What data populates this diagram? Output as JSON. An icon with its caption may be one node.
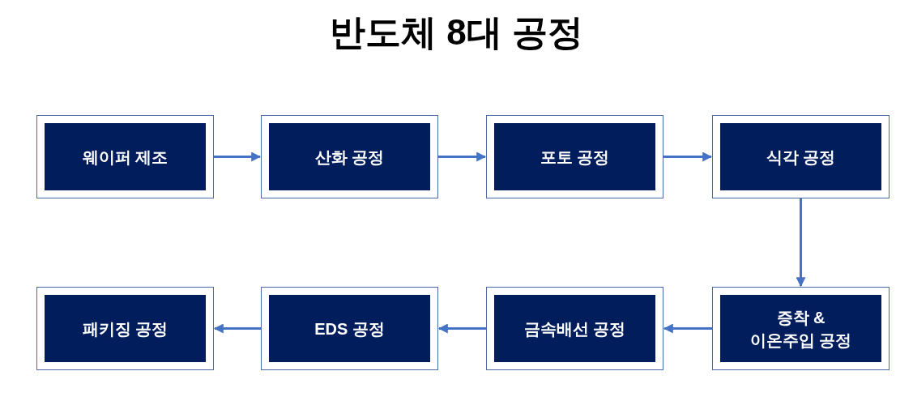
{
  "diagram": {
    "title": "반도체 8대 공정",
    "nodes": [
      {
        "text": [
          "웨이퍼 제조"
        ]
      },
      {
        "text": [
          "산화 공정"
        ]
      },
      {
        "text": [
          "포토 공정"
        ]
      },
      {
        "text": [
          "식각 공정"
        ]
      },
      {
        "text": [
          "증착 & 이온주입 공정"
        ]
      },
      {
        "text": [
          "금속배선 공정"
        ]
      },
      {
        "text": [
          "EDS 공정"
        ]
      },
      {
        "text": [
          "패키징 공정"
        ]
      }
    ],
    "edges": [
      {
        "from": 0,
        "to": 1,
        "arrow": "to"
      },
      {
        "from": 1,
        "to": 2,
        "arrow": "to"
      },
      {
        "from": 2,
        "to": 3,
        "arrow": "to"
      },
      {
        "from": 3,
        "to": 4,
        "arrow": "to"
      },
      {
        "from": 4,
        "to": 5,
        "arrow": "to"
      },
      {
        "from": 5,
        "to": 6,
        "arrow": "to"
      },
      {
        "from": 6,
        "to": 7,
        "arrow": "to"
      }
    ]
  }
}
